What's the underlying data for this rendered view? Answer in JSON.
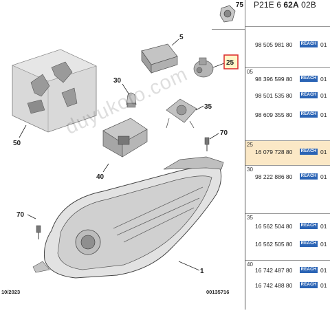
{
  "header": {
    "thumb_label": "75",
    "code_prefix": "P21E 6 ",
    "code_bold": "62A",
    "code_suffix": " 02B"
  },
  "callouts": {
    "c5": "5",
    "c25": "25",
    "c30": "30",
    "c35": "35",
    "c40": "40",
    "c50": "50",
    "c70a": "70",
    "c70b": "70",
    "c1": "1"
  },
  "footer": {
    "date": "10/2023",
    "ref": "00135716"
  },
  "watermark": "duyukoto.com",
  "reach_label": "REACH",
  "groups": [
    {
      "num": "",
      "rows": [
        {
          "pn": "98 505 981 80",
          "qty": "01"
        }
      ]
    },
    {
      "num": "05",
      "rows": [
        {
          "pn": "98 396 599 80",
          "qty": "01"
        },
        {
          "pn": "98 501 535 80",
          "qty": "01"
        },
        {
          "pn": "98 609 355 80",
          "qty": "01"
        }
      ]
    },
    {
      "num": "25",
      "rows": [
        {
          "pn": "16 079 728 80",
          "qty": "01"
        }
      ]
    },
    {
      "num": "30",
      "rows": [
        {
          "pn": "98 222 886 80",
          "qty": "01"
        }
      ]
    },
    {
      "num": "35",
      "rows": [
        {
          "pn": "16 562 504 80",
          "qty": "01"
        },
        {
          "pn": "16 562 505 80",
          "qty": "01"
        }
      ]
    },
    {
      "num": "40",
      "rows": [
        {
          "pn": "16 742 487 80",
          "qty": "01"
        },
        {
          "pn": "16 742 488 80",
          "qty": "01"
        }
      ]
    }
  ]
}
